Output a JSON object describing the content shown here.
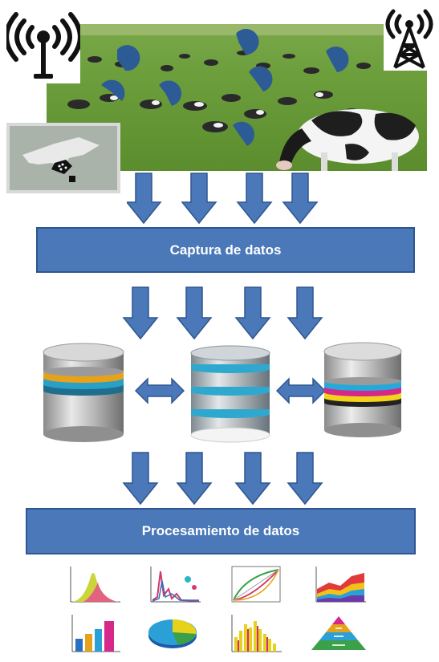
{
  "diagram": {
    "stage1_label": "Captura de datos",
    "stage2_label": "Procesamiento de datos"
  },
  "icons": {
    "left_antenna": "radio-antenna-icon",
    "right_tower": "cell-tower-icon",
    "photo": "cows-grazing-field-photo",
    "inset": "animal-sensor-tag-photo",
    "databases": [
      "database-cylinder-icon",
      "database-cylinder-icon",
      "database-cylinder-icon"
    ],
    "charts": [
      "density-curve-chart-icon",
      "spectrum-line-chart-icon",
      "curve-fit-chart-icon",
      "stacked-area-chart-icon",
      "bar-chart-icon",
      "pie-chart-icon",
      "histogram-chart-icon",
      "pyramid-chart-icon"
    ]
  },
  "colors": {
    "box_fill": "#4a78b8",
    "box_border": "#2f5690",
    "arrow_fill": "#4a78b8",
    "grass": "#6a9a3a"
  }
}
